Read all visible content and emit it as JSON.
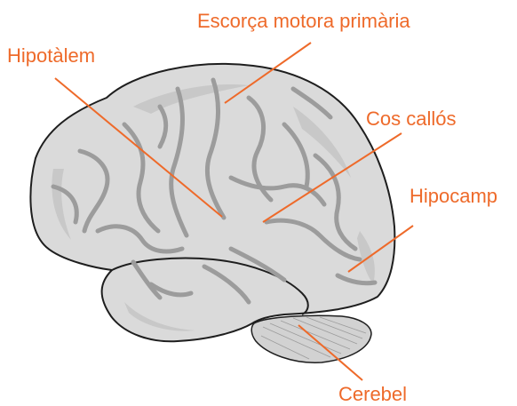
{
  "colors": {
    "label": "#EE6A2A",
    "leader": "#EE6A2A",
    "brain_fill": "#DADADA",
    "brain_shadow": "#B9B9B9",
    "sulcus": "#9C9C9C",
    "outline": "#1E1E1E",
    "cerebellum_fill": "#D2D2D2"
  },
  "labels": {
    "motor_cortex": "Escorça motora primària",
    "hypothalamus": "Hipotàlem",
    "corpus_callosum": "Cos callós",
    "hippocampus": "Hipocamp",
    "cerebellum": "Cerebel"
  }
}
